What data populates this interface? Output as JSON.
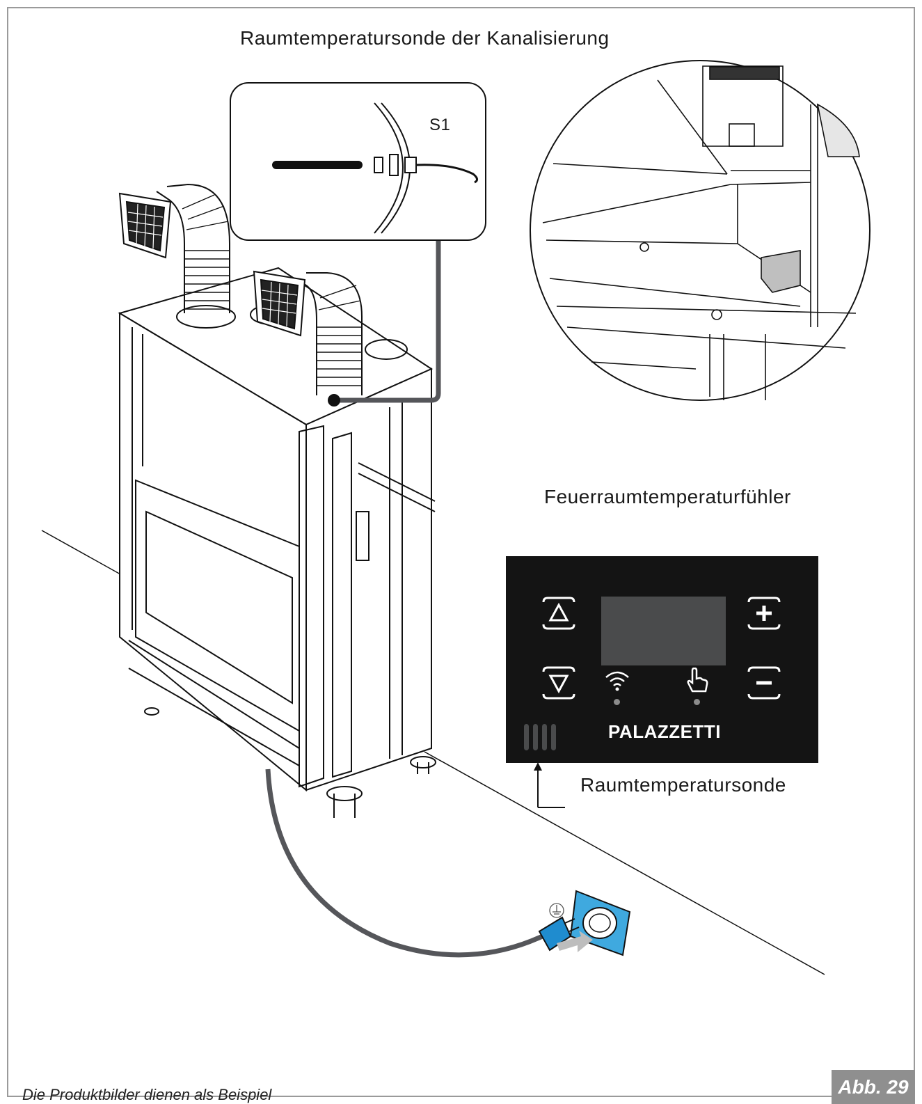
{
  "labels": {
    "probe_channel": "Raumtemperatursonde der Kanalisierung",
    "s1": "S1",
    "firebox_probe": "Feuerraumtemperaturfühler",
    "room_probe": "Raumtemperatursonde"
  },
  "panel": {
    "brand": "PALAZZETTI",
    "buttons": [
      "up-button",
      "down-button",
      "plus-button",
      "minus-button"
    ],
    "icons": [
      "wifi-icon",
      "hand-pointer-icon"
    ],
    "colors": {
      "panel": "#141414",
      "screen": "#4a4b4c",
      "led": "#8c8c8c"
    }
  },
  "footer": {
    "note": "Die Produktbilder dienen als Beispiel",
    "figure": "Abb. 29"
  },
  "colors": {
    "cable": "#55565a",
    "socket": "#3fa9df",
    "plug": "#1f8ccf"
  }
}
